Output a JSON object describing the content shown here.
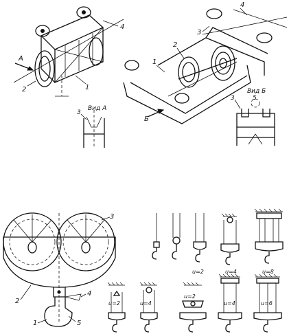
{
  "labels": {
    "fig1": {
      "n1": "1",
      "n2": "2",
      "n3": "3",
      "n4": "4",
      "a": "А"
    },
    "view_a": "Вид А",
    "fig2": {
      "n1": "1",
      "n2": "2",
      "n3": "3",
      "n4": "4",
      "b": "Б"
    },
    "view_b": "Вид Б",
    "view_b_n3": "3",
    "view_b_n5": "5",
    "fig3": {
      "n1": "1",
      "n2": "2",
      "n3": "3",
      "n4": "4",
      "n5": "5"
    },
    "ratios_top": [
      "u=2",
      "u=4",
      "u=8"
    ],
    "ratios_bottom": [
      "u=2",
      "u=4",
      "u=2",
      "u=4",
      "u=6"
    ]
  }
}
